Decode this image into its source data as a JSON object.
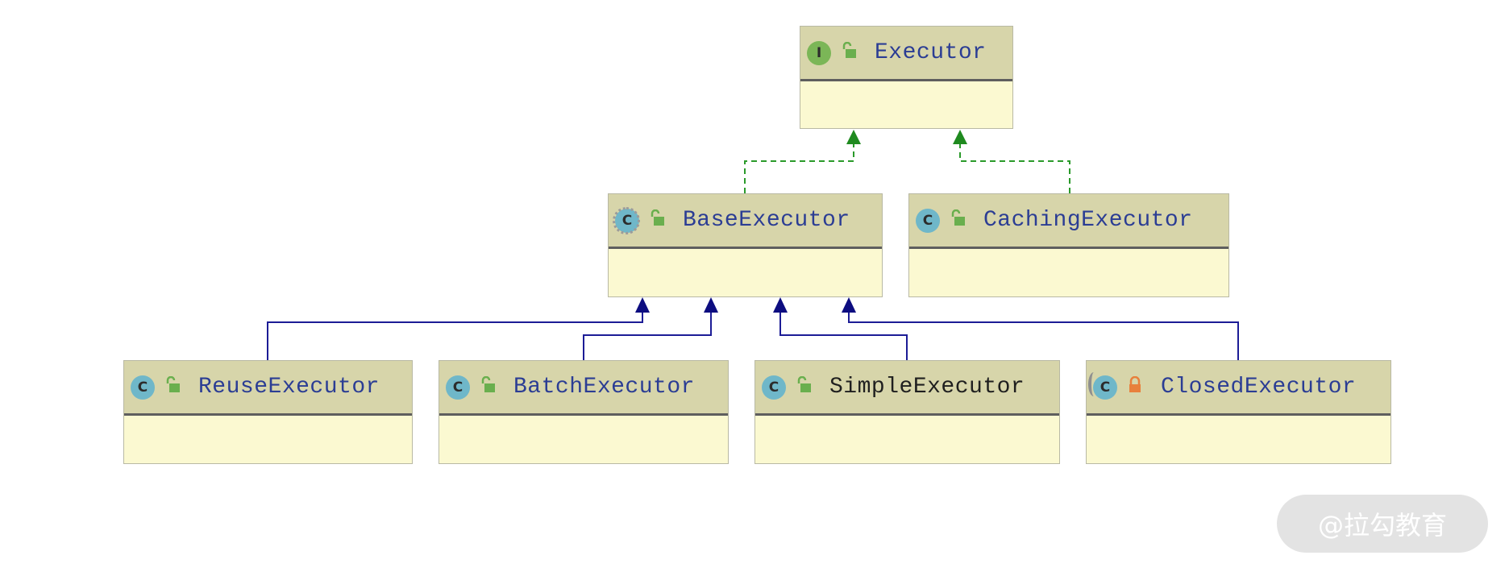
{
  "classes": {
    "executor": {
      "name": "Executor",
      "kind": "interface",
      "kind_letter": "I",
      "access": "public"
    },
    "base_executor": {
      "name": "BaseExecutor",
      "kind": "abstract-class",
      "kind_letter": "C",
      "access": "public"
    },
    "caching_executor": {
      "name": "CachingExecutor",
      "kind": "class",
      "kind_letter": "C",
      "access": "public"
    },
    "reuse_executor": {
      "name": "ReuseExecutor",
      "kind": "class",
      "kind_letter": "C",
      "access": "public"
    },
    "batch_executor": {
      "name": "BatchExecutor",
      "kind": "class",
      "kind_letter": "C",
      "access": "public"
    },
    "simple_executor": {
      "name": "SimpleExecutor",
      "kind": "class",
      "kind_letter": "C",
      "access": "public"
    },
    "closed_executor": {
      "name": "ClosedExecutor",
      "kind": "final-class",
      "kind_letter": "C",
      "access": "private"
    }
  },
  "relations": [
    {
      "from": "BaseExecutor",
      "to": "Executor",
      "type": "implements"
    },
    {
      "from": "CachingExecutor",
      "to": "Executor",
      "type": "implements"
    },
    {
      "from": "ReuseExecutor",
      "to": "BaseExecutor",
      "type": "extends"
    },
    {
      "from": "BatchExecutor",
      "to": "BaseExecutor",
      "type": "extends"
    },
    {
      "from": "SimpleExecutor",
      "to": "BaseExecutor",
      "type": "extends"
    },
    {
      "from": "ClosedExecutor",
      "to": "BaseExecutor",
      "type": "extends"
    }
  ],
  "colors": {
    "header": "#d7d5aa",
    "body": "#fbf9d1",
    "class_name": "#2b3d94",
    "implements_line": "#2a9a2a",
    "extends_line": "#1c1c96",
    "interface_icon": "#7bb657",
    "class_icon": "#6fb7c9",
    "lock_public": "#6aaf4e",
    "lock_private": "#e8803c"
  },
  "watermark": {
    "text": "@拉勾教育"
  }
}
